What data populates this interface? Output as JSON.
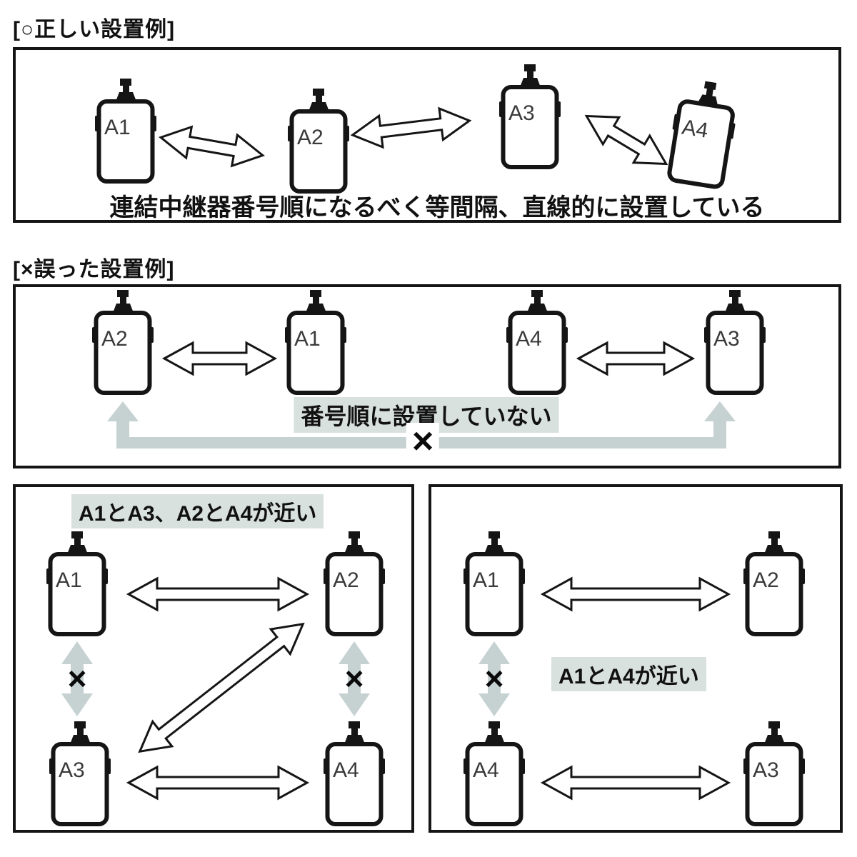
{
  "colors": {
    "outline": "#151515",
    "gray_arrow": "#c6d1d2",
    "highlight_bg": "#d9e1df"
  },
  "section_correct": {
    "title": "[○正しい設置例]",
    "devices": [
      "A1",
      "A2",
      "A3",
      "A4"
    ],
    "caption": "連結中継器番号順になるべく等間隔、直線的に設置している"
  },
  "section_wrong_order": {
    "title": "[×誤った設置例]",
    "devices": [
      "A2",
      "A1",
      "A4",
      "A3"
    ],
    "caption": "番号順に設置していない",
    "cross_mark": "×"
  },
  "section_close_pairs": {
    "caption": "A1とA3、A2とA4が近い",
    "devices": [
      "A1",
      "A2",
      "A3",
      "A4"
    ],
    "cross_mark": "×"
  },
  "section_close_single": {
    "caption": "A1とA4が近い",
    "devices": [
      "A1",
      "A2",
      "A4",
      "A3"
    ],
    "cross_mark": "×"
  }
}
